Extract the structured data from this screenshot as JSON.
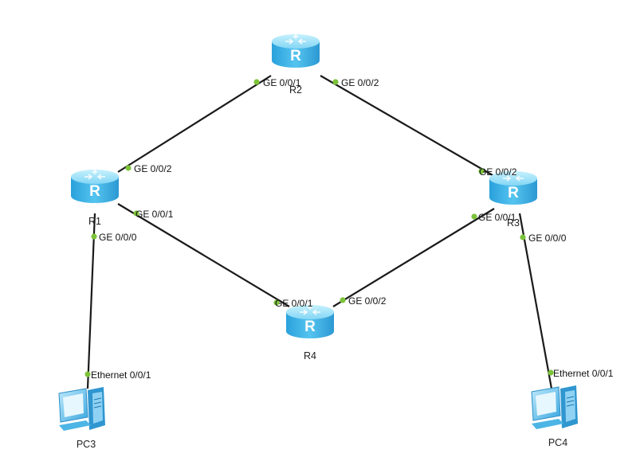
{
  "devices": {
    "r1": {
      "name": "R1",
      "type": "router"
    },
    "r2": {
      "name": "R2",
      "type": "router"
    },
    "r3": {
      "name": "R3",
      "type": "router"
    },
    "r4": {
      "name": "R4",
      "type": "router"
    },
    "pc3": {
      "name": "PC3",
      "type": "pc"
    },
    "pc4": {
      "name": "PC4",
      "type": "pc"
    }
  },
  "links": [
    {
      "from": "R1",
      "from_port": "GE 0/0/2",
      "to": "R2",
      "to_port": "GE 0/0/1"
    },
    {
      "from": "R2",
      "from_port": "GE 0/0/2",
      "to": "R3",
      "to_port": "GE 0/0/2"
    },
    {
      "from": "R1",
      "from_port": "GE 0/0/1",
      "to": "R4",
      "to_port": "GE 0/0/1"
    },
    {
      "from": "R4",
      "from_port": "GE 0/0/2",
      "to": "R3",
      "to_port": "GE 0/0/1"
    },
    {
      "from": "R1",
      "from_port": "GE 0/0/0",
      "to": "PC3",
      "to_port": "Ethernet 0/0/1"
    },
    {
      "from": "R3",
      "from_port": "GE 0/0/0",
      "to": "PC4",
      "to_port": "Ethernet 0/0/1"
    }
  ],
  "colors": {
    "router_top": "#9fe3f9",
    "router_body": "#39b0e6",
    "port_dot": "#7cc33a",
    "link": "#1a1a1a"
  },
  "icons": {
    "router": "router-icon",
    "pc": "pc-icon"
  }
}
